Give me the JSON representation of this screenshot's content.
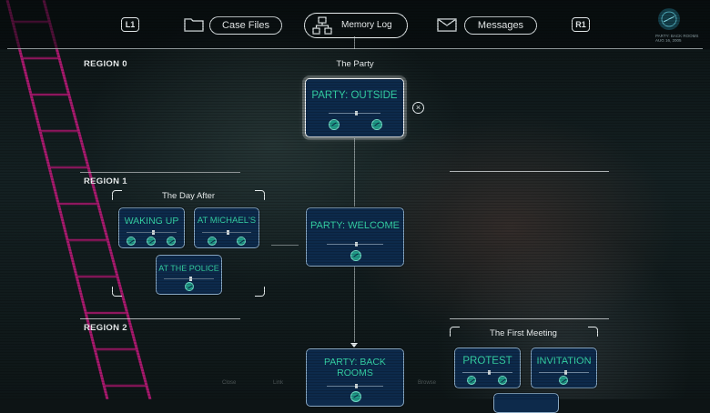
{
  "nav": {
    "l1_label": "L1",
    "r1_label": "R1",
    "case_files_label": "Case Files",
    "memory_log_label": "Memory Log",
    "messages_label": "Messages",
    "corner_text_line1": "PARTY: BACK ROOMS",
    "corner_text_line2": "AUG 16, 2005"
  },
  "regions": [
    {
      "label": "REGION 0"
    },
    {
      "label": "REGION 1"
    },
    {
      "label": "REGION 2"
    }
  ],
  "groups": {
    "party_title": "The Party",
    "day_after_title": "The Day After",
    "first_meeting_title": "The First Meeting"
  },
  "cards": {
    "party_outside": "PARTY: OUTSIDE",
    "party_welcome": "PARTY: WELCOME",
    "party_back_rooms": "PARTY: BACK ROOMS",
    "waking_up": "WAKING UP",
    "at_michaels": "AT MICHAEL'S",
    "at_the_police": "AT THE POLICE",
    "protest": "PROTEST",
    "invitation": "INVITATION"
  },
  "close_glyph": "×",
  "bottom_hints": [
    "Close",
    "Link",
    "Browse"
  ],
  "colors": {
    "card_bg": "#0d2a4b",
    "card_title": "#35d3a6",
    "ladder": "#c21e7e"
  }
}
